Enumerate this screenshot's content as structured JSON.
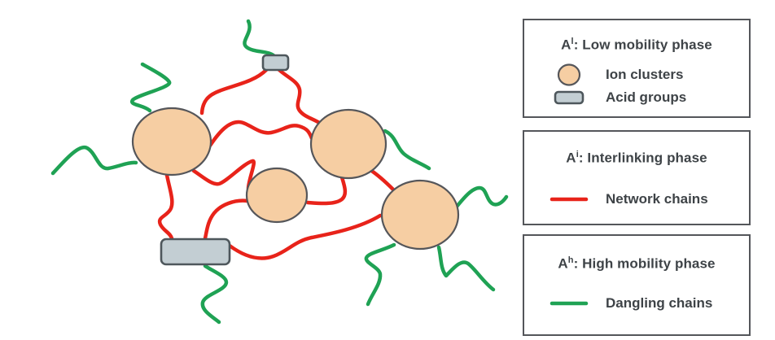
{
  "colors": {
    "network_chain": "#E8231A",
    "dangling_chain": "#1FA254",
    "ion_cluster_fill": "#F6CEA3",
    "ion_cluster_stroke": "#55565A",
    "acid_group_fill": "#C3CED3",
    "acid_group_stroke": "#4E575C",
    "box_border": "#54565A",
    "text": "#3E4347"
  },
  "diagram": {
    "ion_cluster_count": 4,
    "acid_group_count": 2,
    "network_chain_count": 9,
    "dangling_chain_count": 8
  },
  "legend": {
    "low_mobility": {
      "symbol": "A",
      "sup": "l",
      "title_rest": ": Low mobility phase",
      "items": [
        {
          "label": "Ion clusters"
        },
        {
          "label": "Acid groups"
        }
      ]
    },
    "interlinking": {
      "symbol": "A",
      "sup": "i",
      "title_rest": ": Interlinking phase",
      "items": [
        {
          "label": "Network chains"
        }
      ]
    },
    "high_mobility": {
      "symbol": "A",
      "sup": "h",
      "title_rest": ": High mobility phase",
      "items": [
        {
          "label": "Dangling chains"
        }
      ]
    }
  }
}
